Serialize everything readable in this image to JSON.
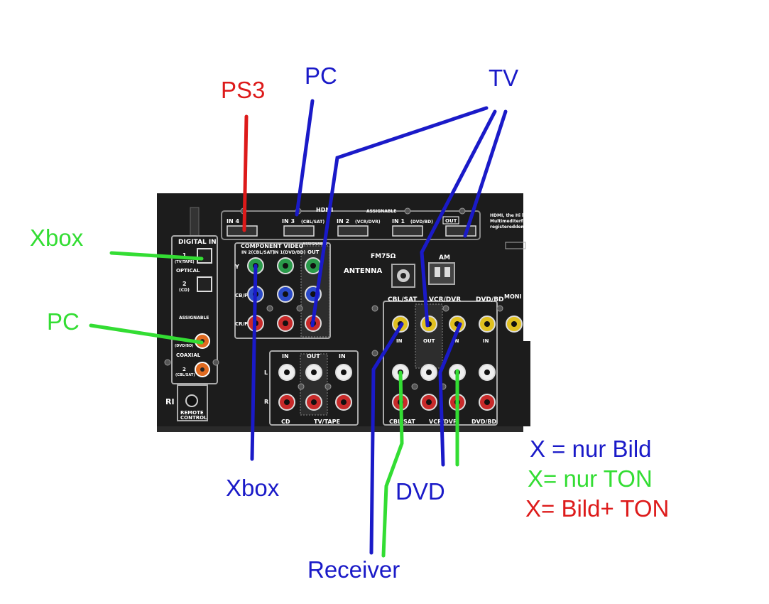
{
  "colors": {
    "blue": "#1a1ac8",
    "green": "#33dd33",
    "red": "#dd1a1a",
    "panel": "#1a1a1a"
  },
  "labels": {
    "ps3": "PS3",
    "pc_top": "PC",
    "tv": "TV",
    "xbox_left": "Xbox",
    "pc_left": "PC",
    "xbox_bottom": "Xbox",
    "dvd": "DVD",
    "receiver": "Receiver"
  },
  "legend": {
    "blue": "X = nur Bild",
    "green": "X= nur TON",
    "red": "X= Bild+ TON"
  },
  "panel": {
    "hdmi": "HDMI",
    "assignable": "ASSIGNABLE",
    "in4": "IN 4",
    "in3": "IN 3",
    "in3_sub": "(CBL/SAT)",
    "in2": "IN 2",
    "in2_sub": "(VCR/DVR)",
    "in1": "IN 1",
    "in1_sub": "(DVD/BD)",
    "out": "OUT",
    "hdmi_note_1": "HDMI, the Hi lo",
    "hdmi_note_2": "Multimediterfa",
    "hdmi_note_3": "registereddema",
    "digital_in": "DIGITAL IN",
    "optical": "OPTICAL",
    "opt1": "1",
    "opt1_sub": "(TV/TAPE)",
    "opt2": "2",
    "opt2_sub": "(CD)",
    "assignable2": "ASSIGNABLE",
    "coaxial": "COAXIAL",
    "coax1_sub": "(DVD/BD)",
    "coax2": "2",
    "coax2_sub": "(CBL/SAT)",
    "ri": "RI",
    "remote": "REMOTE",
    "control": "CONTROL",
    "component_video": "COMPONENT VIDEO",
    "comp_in2": "IN 2(CBL/SAT)",
    "comp_in1": "IN 1(DVD/BD)",
    "comp_assignable": "ASSIGNABLE",
    "comp_out": "OUT",
    "y": "Y",
    "cbpb": "CB/PB",
    "crpr": "CR/PR",
    "fm": "FM75Ω",
    "antenna": "ANTENNA",
    "am": "AM",
    "cblsat": "CBL/SAT",
    "vcrdvr": "VCR/DVR",
    "dvdbd": "DVD/BD",
    "monitor": "MONI",
    "in": "IN",
    "cd": "CD",
    "tvtape": "TV/TAPE",
    "l": "L",
    "r": "R",
    "cblsat_bottom": "CBL/SAT",
    "vcrdvr_bottom": "VCR/DVR",
    "dvdbd_bottom": "DVD/BD"
  }
}
